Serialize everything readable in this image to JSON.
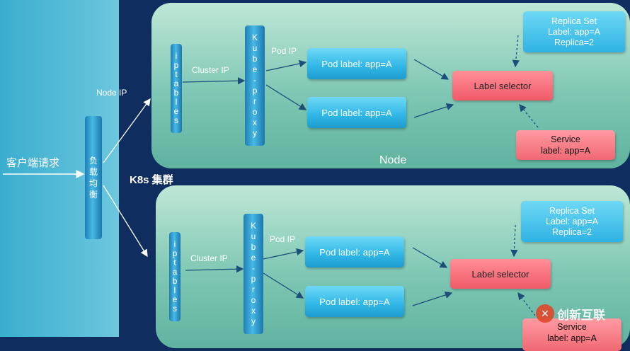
{
  "client_label": "客户端请求",
  "load_balancer": [
    "负",
    "载",
    "均",
    "衡"
  ],
  "node_ip_label": "Node IP",
  "cluster_title": "K8s 集群",
  "nodes": [
    {
      "name": "Node",
      "iptables": [
        "i",
        "p",
        "t",
        "a",
        "b",
        "l",
        "e",
        "s"
      ],
      "cluster_ip_label": "Cluster IP",
      "kube_proxy": [
        "K",
        "u",
        "b",
        "e",
        "-",
        "p",
        "r",
        "o",
        "x",
        "y"
      ],
      "pod_ip_label": "Pod IP",
      "pods": [
        "Pod  label:  app=A",
        "Pod  label:  app=A"
      ],
      "label_selector": "Label  selector",
      "replica_set": [
        "Replica Set",
        "Label: app=A",
        "Replica=2"
      ],
      "service": [
        "Service",
        "label:  app=A"
      ]
    },
    {
      "name": "",
      "iptables": [
        "i",
        "p",
        "t",
        "a",
        "b",
        "l",
        "e",
        "s"
      ],
      "cluster_ip_label": "Cluster IP",
      "kube_proxy": [
        "K",
        "u",
        "b",
        "e",
        "-",
        "p",
        "r",
        "o",
        "x",
        "y"
      ],
      "pod_ip_label": "Pod IP",
      "pods": [
        "Pod  label:  app=A",
        "Pod  label:  app=A"
      ],
      "label_selector": "Label  selector",
      "replica_set": [
        "Replica Set",
        "Label: app=A",
        "Replica=2"
      ],
      "service": [
        "Service",
        "label:  app=A"
      ]
    }
  ],
  "watermark": "创新互联",
  "colors": {
    "background": "#0f2d5e",
    "node": "#7ec7b4",
    "pod": "#2fb6e6",
    "selector": "#f05a68"
  }
}
